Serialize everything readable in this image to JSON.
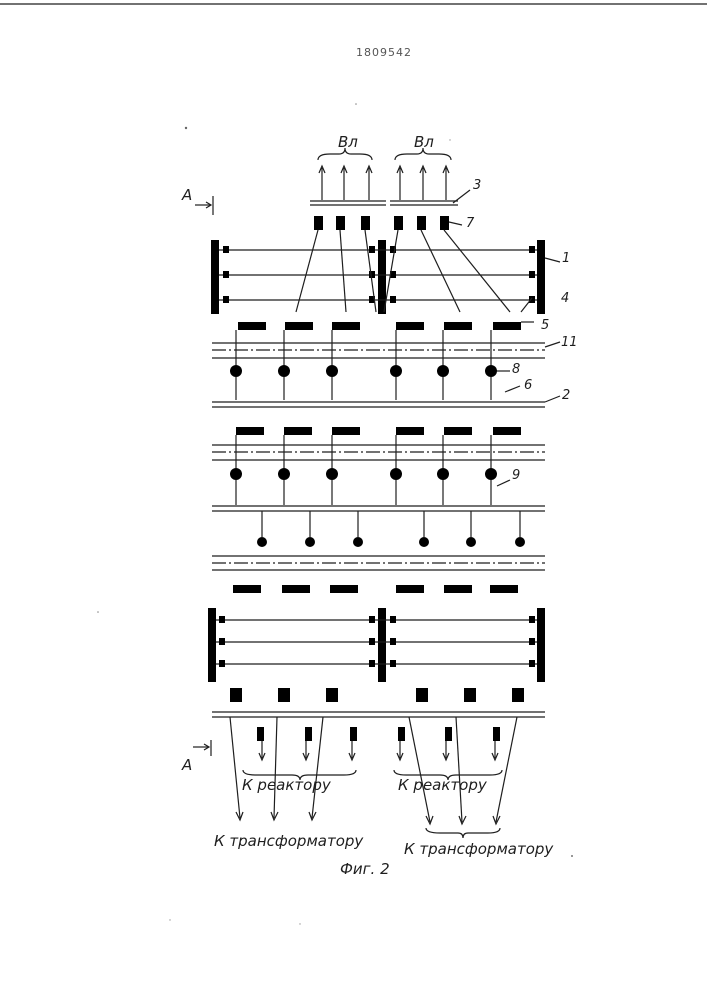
{
  "patent_number": "1809542",
  "labels": {
    "top_left": "Вл",
    "top_right": "Вл",
    "section_top": "А",
    "section_bottom": "А",
    "n1": "1",
    "n2": "2",
    "n3": "3",
    "n4": "4",
    "n5": "5",
    "n6": "6",
    "n7": "7",
    "n8": "8",
    "n9": "9",
    "n11": "11",
    "reactor_left": "К реактору",
    "reactor_right": "К реактору",
    "transformer_left": "К трансформатору",
    "transformer_right": "К трансформатору",
    "figure_caption": "Фиг. 2"
  }
}
